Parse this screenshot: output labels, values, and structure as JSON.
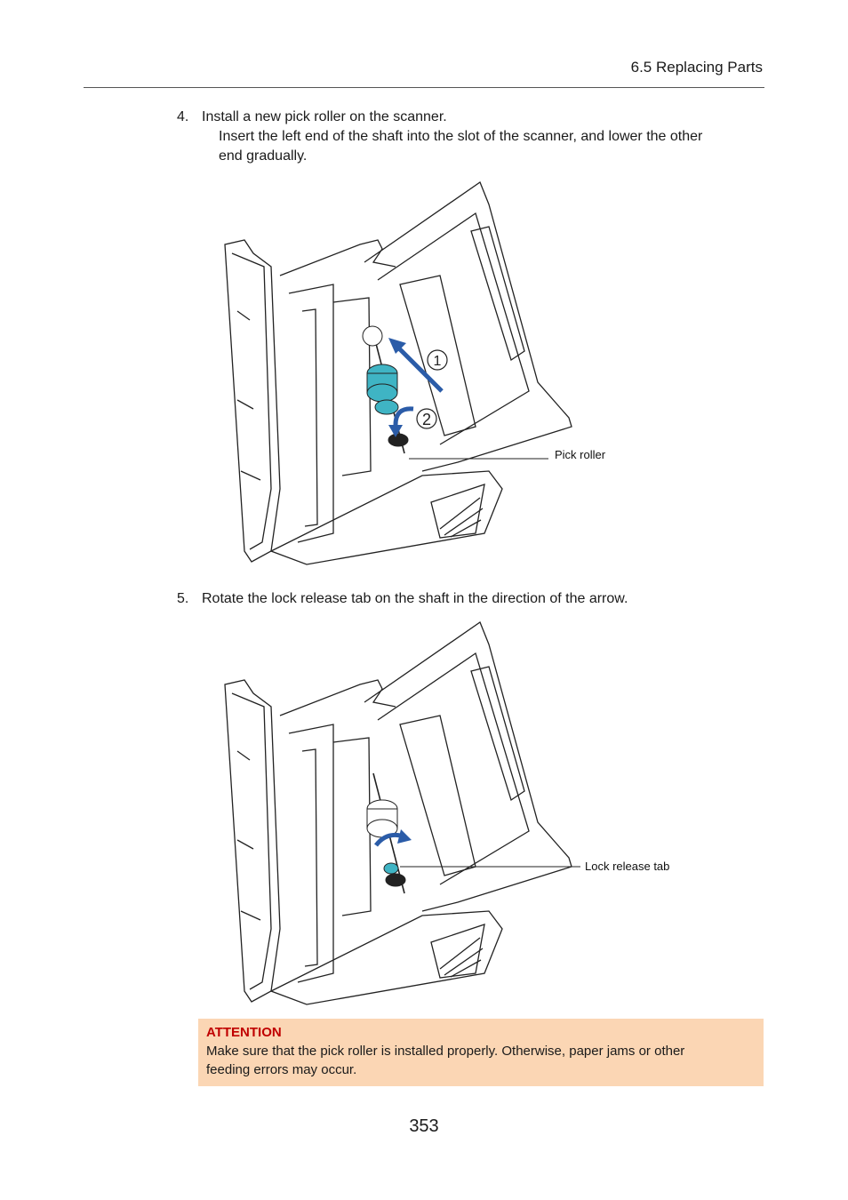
{
  "header": {
    "section": "6.5 Replacing Parts"
  },
  "steps": [
    {
      "number": "4.",
      "text": "Install a new pick roller on the scanner.",
      "detail_line1": "Insert the left end of the shaft into the slot of the scanner, and lower the other",
      "detail_line2": "end gradually."
    },
    {
      "number": "5.",
      "text": "Rotate the lock release tab on the shaft in the direction of the arrow."
    }
  ],
  "figures": [
    {
      "callout": "Pick roller",
      "step_markers": [
        "1",
        "2"
      ]
    },
    {
      "callout": "Lock release tab"
    }
  ],
  "attention": {
    "title": "ATTENTION",
    "line1": "Make sure that the pick roller is installed properly. Otherwise, paper jams or other",
    "line2": "feeding errors may occur."
  },
  "page_number": "353",
  "colors": {
    "accent_blue": "#2b5ca8",
    "roller_teal": "#3fb4c4",
    "attention_bg": "#fbd6b4",
    "attention_title": "#c00000"
  }
}
